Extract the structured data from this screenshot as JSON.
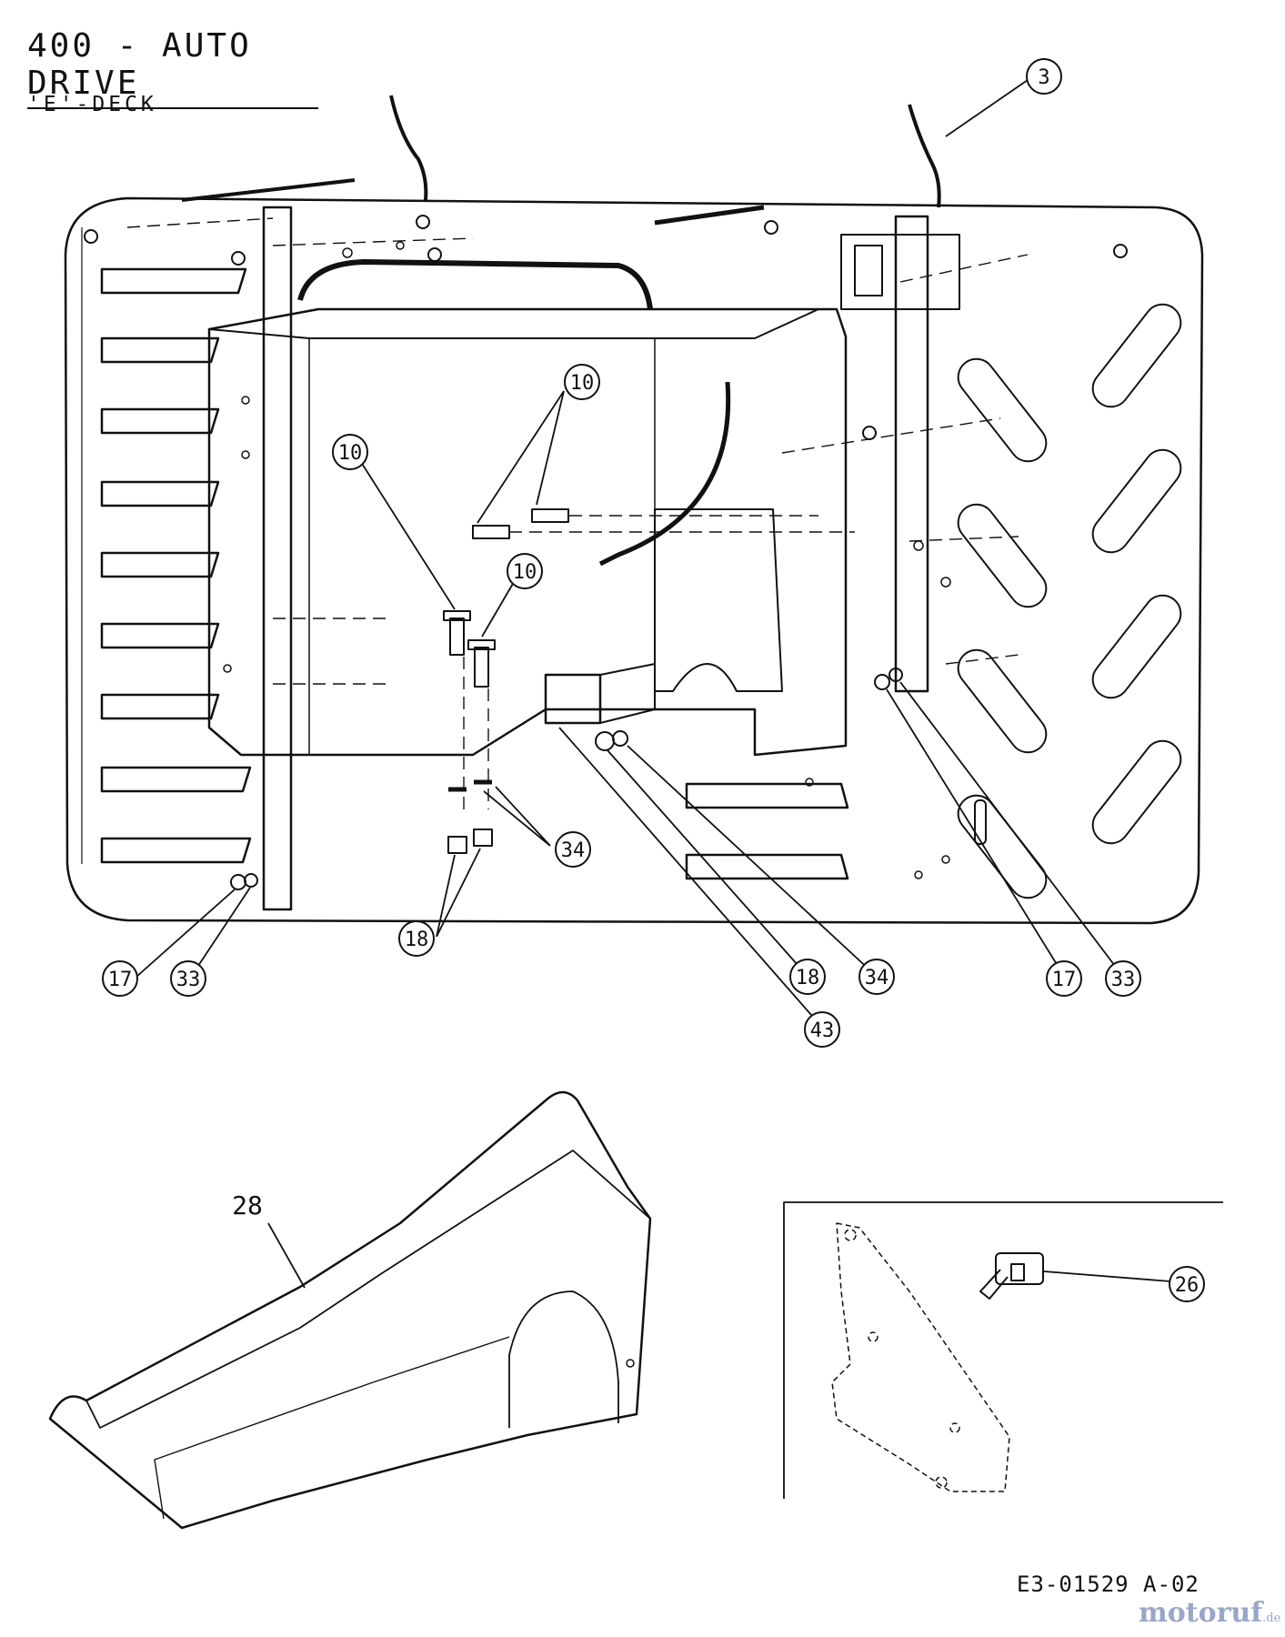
{
  "header": {
    "title": "400 - AUTO DRIVE",
    "subtitle": "'E'-DECK"
  },
  "footer": {
    "drawing_code": "E3-01529 A-02",
    "watermark": "motoruf",
    "watermark_tld": ".de"
  },
  "callouts": [
    {
      "id": "c3",
      "label": "3"
    },
    {
      "id": "c10a",
      "label": "10"
    },
    {
      "id": "c10b",
      "label": "10"
    },
    {
      "id": "c10c",
      "label": "10"
    },
    {
      "id": "c34a",
      "label": "34"
    },
    {
      "id": "c18a",
      "label": "18"
    },
    {
      "id": "c17a",
      "label": "17"
    },
    {
      "id": "c33a",
      "label": "33"
    },
    {
      "id": "c18b",
      "label": "18"
    },
    {
      "id": "c34b",
      "label": "34"
    },
    {
      "id": "c43",
      "label": "43"
    },
    {
      "id": "c17b",
      "label": "17"
    },
    {
      "id": "c33b",
      "label": "33"
    },
    {
      "id": "c26",
      "label": "26"
    }
  ],
  "part_label_28": "28"
}
